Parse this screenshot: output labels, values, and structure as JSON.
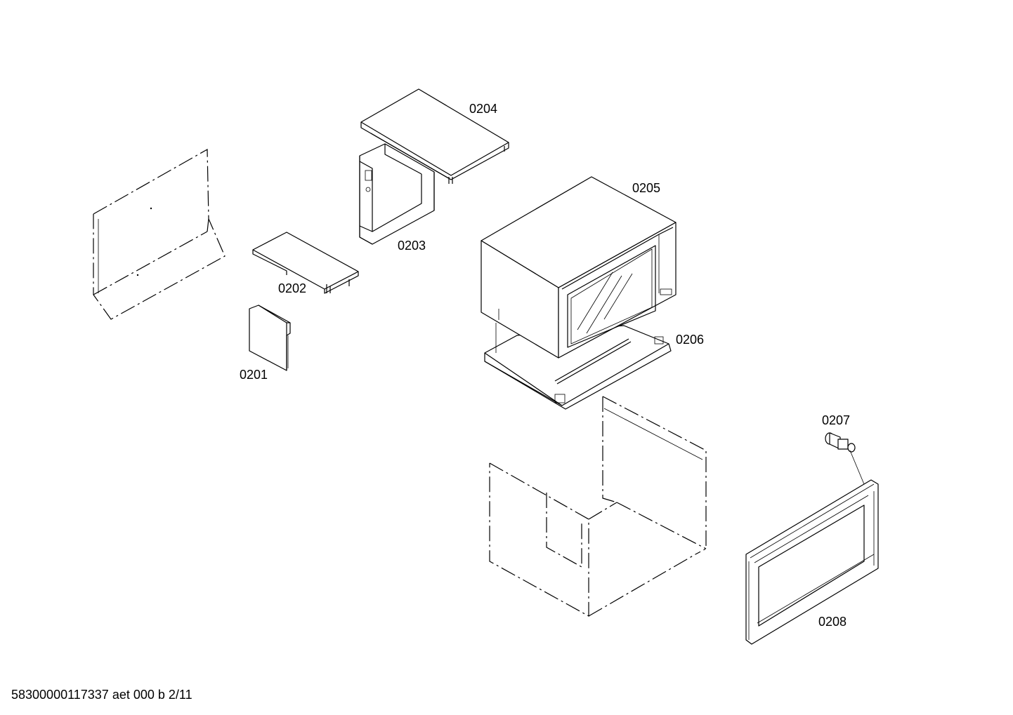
{
  "parts": {
    "p0201": "0201",
    "p0202": "0202",
    "p0203": "0203",
    "p0204": "0204",
    "p0205": "0205",
    "p0206": "0206",
    "p0207": "0207",
    "p0208": "0208"
  },
  "footer": "58300000117337 aet 000 b 2/11"
}
